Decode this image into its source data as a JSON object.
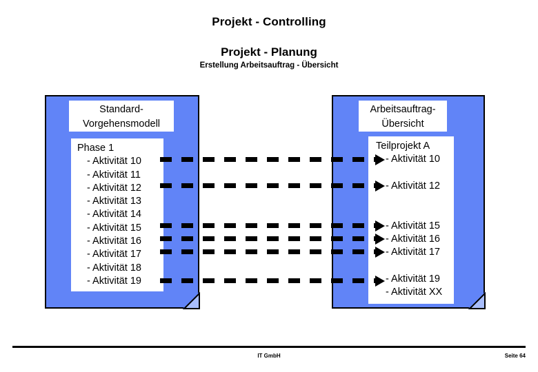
{
  "header": {
    "title": "Projekt - Controlling",
    "subtitle": "Projekt - Planung",
    "subtitle2": "Erstellung Arbeitsauftrag - Übersicht"
  },
  "colors": {
    "document_blue": "#6184F7",
    "outline": "#000000",
    "box_fill": "#FFFFFF"
  },
  "left_document": {
    "caption": "Standard-\nVorgehensmodell",
    "caption_line1": "Standard-",
    "caption_line2": "Vorgehensmodell",
    "group_title": "Phase 1",
    "items": [
      {
        "label": "- Aktivität 10",
        "linked": true
      },
      {
        "label": "- Aktivität 11",
        "linked": false
      },
      {
        "label": "- Aktivität 12",
        "linked": true
      },
      {
        "label": "- Aktivität 13",
        "linked": false
      },
      {
        "label": "- Aktivität 14",
        "linked": false
      },
      {
        "label": "- Aktivität 15",
        "linked": true
      },
      {
        "label": "- Aktivität 16",
        "linked": true
      },
      {
        "label": "- Aktivität 17",
        "linked": true
      },
      {
        "label": "- Aktivität 18",
        "linked": false
      },
      {
        "label": "- Aktivität 19",
        "linked": true
      }
    ]
  },
  "right_document": {
    "caption_line1": "Arbeitsauftrag-",
    "caption_line2": "Übersicht",
    "group_title": "Teilprojekt A",
    "items": [
      {
        "label": "- Aktivität 10",
        "arrow": true
      },
      {
        "label": "",
        "arrow": false
      },
      {
        "label": "- Aktivität 12",
        "arrow": true
      },
      {
        "label": "",
        "arrow": false
      },
      {
        "label": "",
        "arrow": false
      },
      {
        "label": "- Aktivität 15",
        "arrow": true
      },
      {
        "label": "- Aktivität 16",
        "arrow": true
      },
      {
        "label": "- Aktivität 17",
        "arrow": true
      },
      {
        "label": "",
        "arrow": false
      },
      {
        "label": "- Aktivität 19",
        "arrow": true
      },
      {
        "label": "- Aktivität XX",
        "arrow": false
      }
    ]
  },
  "connectors": [
    {
      "from": "- Aktivität 10",
      "to": "- Aktivität 10",
      "style": "dashed-arrow"
    },
    {
      "from": "- Aktivität 12",
      "to": "- Aktivität 12",
      "style": "dashed-arrow"
    },
    {
      "from": "- Aktivität 15",
      "to": "- Aktivität 15",
      "style": "dashed-arrow"
    },
    {
      "from": "- Aktivität 16",
      "to": "- Aktivität 16",
      "style": "dashed-arrow"
    },
    {
      "from": "- Aktivität 17",
      "to": "- Aktivität 17",
      "style": "dashed-arrow"
    },
    {
      "from": "- Aktivität 19",
      "to": "- Aktivität 19",
      "style": "dashed-arrow"
    }
  ],
  "footer": {
    "center": "IT GmbH",
    "page": "Seite 64"
  }
}
